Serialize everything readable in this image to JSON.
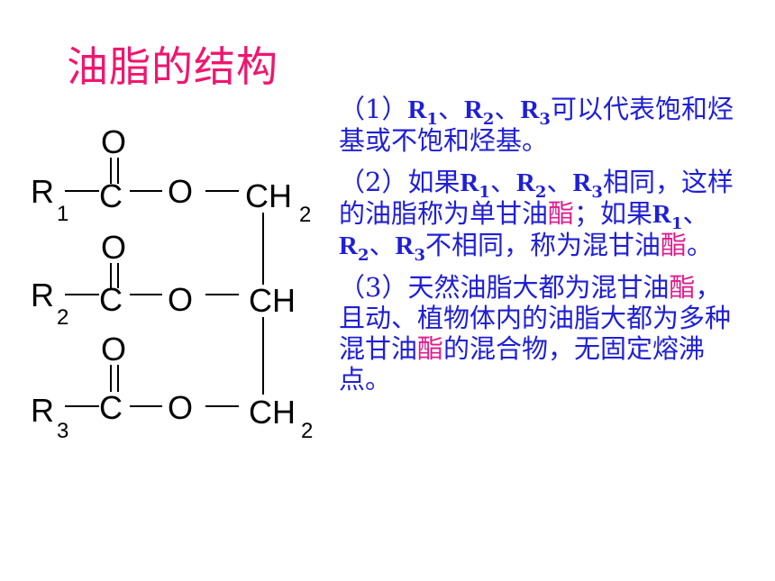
{
  "title": "油脂的结构",
  "formula": {
    "rows": [
      {
        "r": "R",
        "r_sub": "1",
        "carbonyl": "C",
        "oxo": "O",
        "ester_o": "O",
        "glycerol": "CH",
        "glycerol_sub": "2"
      },
      {
        "r": "R",
        "r_sub": "2",
        "carbonyl": "C",
        "oxo": "O",
        "ester_o": "O",
        "glycerol": "CH",
        "glycerol_sub": ""
      },
      {
        "r": "R",
        "r_sub": "3",
        "carbonyl": "C",
        "oxo": "O",
        "ester_o": "O",
        "glycerol": "CH",
        "glycerol_sub": "2"
      }
    ]
  },
  "notes": {
    "p1": {
      "num": "（1）",
      "r": "R",
      "s1": "1",
      "sep1": "、",
      "s2": "2",
      "sep2": "、",
      "s3": "3",
      "text": "可以代表饱和烃基或不饱和烃基。"
    },
    "p2": {
      "num": "（2）",
      "pre": "如果",
      "r": "R",
      "s1": "1",
      "sep1": "、",
      "s2": "2",
      "sep2": "、",
      "s3": "3",
      "a1": "相同，这样的油脂称为单甘油",
      "zhi": "酯",
      "a2": "；如果",
      "b1": "不相同，称为混甘油",
      "b2": "。"
    },
    "p3": {
      "num": "（3）",
      "t1": "天然油脂大都为混甘油",
      "zhi": "酯",
      "t2": "，且动、植物体内的油脂大都为多种混甘油",
      "t3": "的混合物，无固定熔沸点。"
    }
  },
  "colors": {
    "title": "#f0166e",
    "text": "#1f1fd6",
    "highlight": "#e01a8c"
  }
}
